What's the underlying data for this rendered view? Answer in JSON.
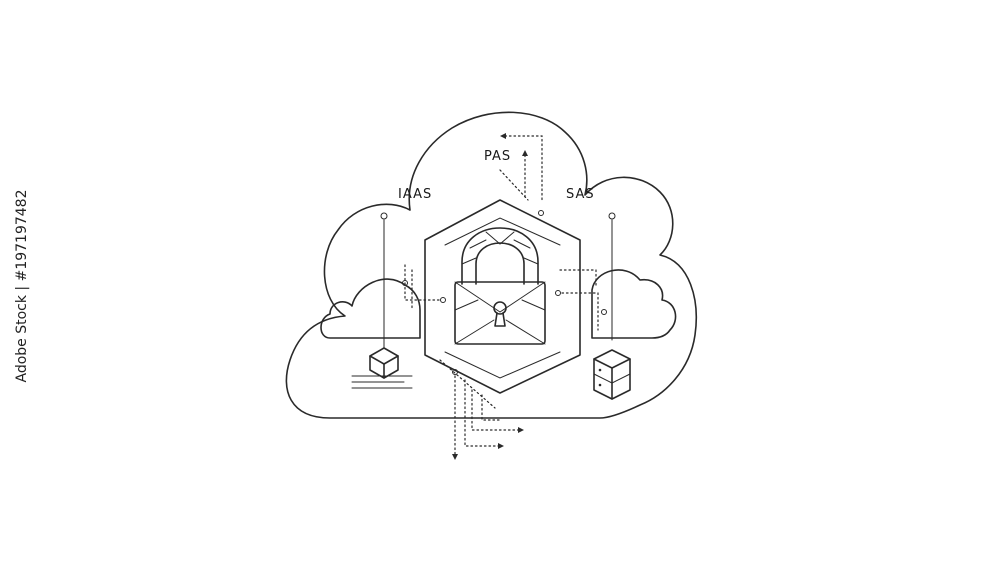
{
  "labels": {
    "pas": "PAS",
    "iaas": "IAAS",
    "sas": "SAS"
  },
  "stock_id": "Adobe Stock | #197197482",
  "icons": [
    "cloud-icon",
    "padlock-icon",
    "server-icon",
    "box-icon"
  ]
}
